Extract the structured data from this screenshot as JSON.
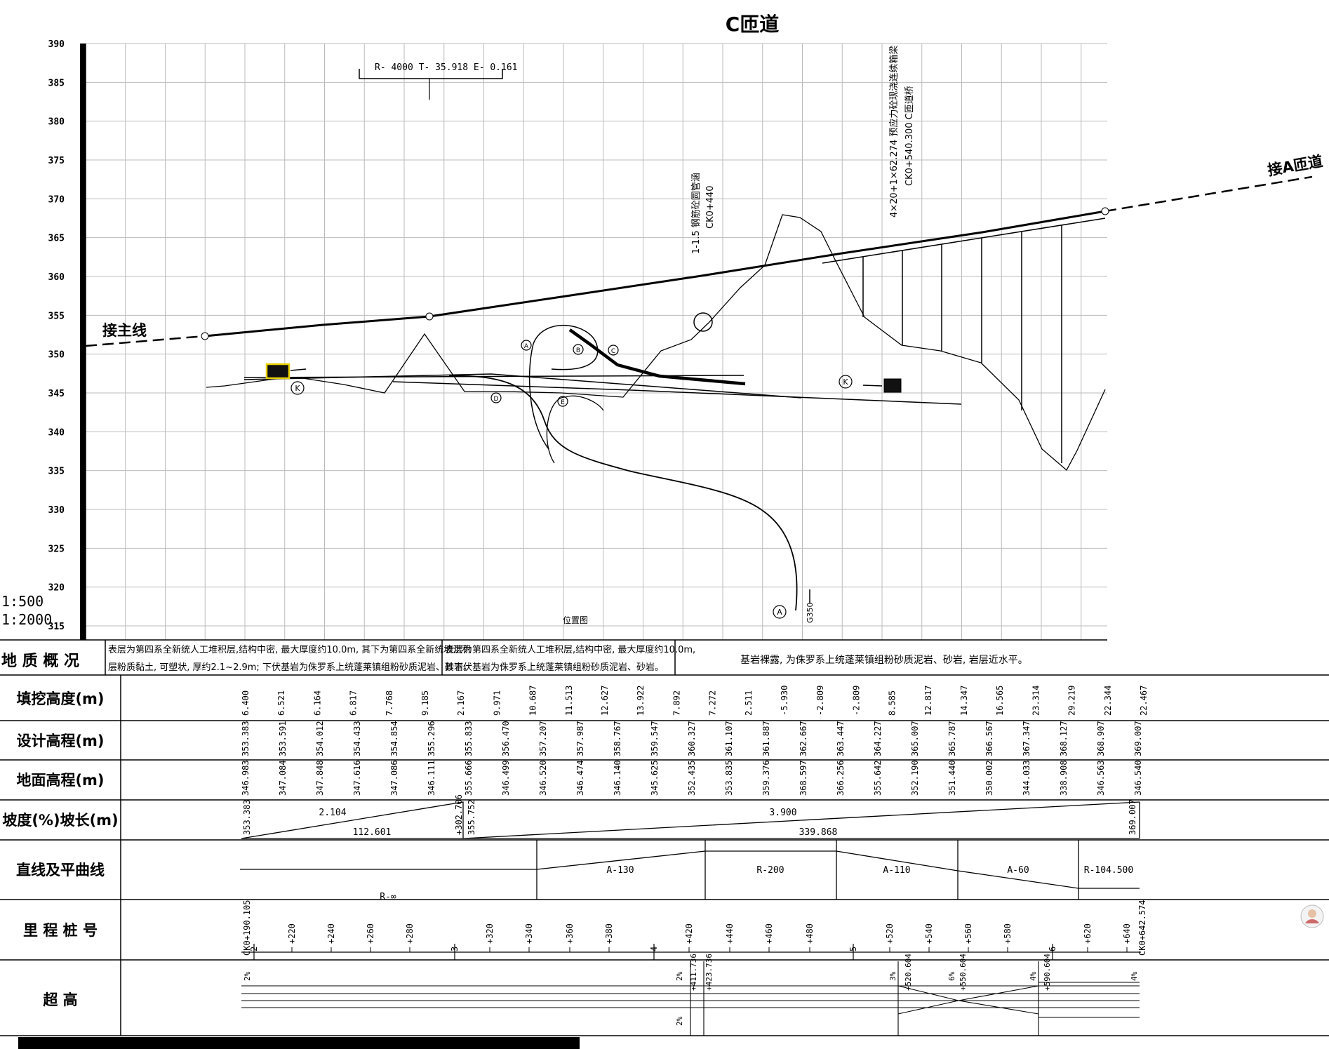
{
  "title": "C匝道",
  "scale": {
    "horizontal": "1:500",
    "vertical": "1:2000"
  },
  "y_axis": {
    "min": 315,
    "max": 390,
    "step": 5,
    "labels": [
      "390",
      "385",
      "380",
      "375",
      "370",
      "365",
      "360",
      "355",
      "350",
      "345",
      "340",
      "335",
      "330",
      "325",
      "320",
      "315"
    ]
  },
  "annotations": {
    "curve": "R- 4000  T- 35.918  E- 0.161",
    "connect_main": "接主线",
    "connect_a": "接A匝道",
    "culvert_1": "1-1.5 钢筋砼圆管涵",
    "culvert_2": "CK0+440",
    "bridge_1": "4×20+1×62.274 预应力砼现浇连续箱梁",
    "bridge_2": "CK0+540.300 C匝道桥",
    "location_map": "位置图",
    "g350": "G350",
    "markers": [
      "A",
      "B",
      "C",
      "D",
      "E",
      "K"
    ]
  },
  "geology": {
    "label": "地 质 概 况",
    "seg1": [
      "表层为第四系全新统人工堆积层,结构中密, 最大厚度约10.0m, 其下为第四系全新统坡洪积",
      "层粉质黏土, 可塑状, 厚约2.1~2.9m; 下伏基岩为侏罗系上统蓬莱镇组粉砂质泥岩、砂岩。"
    ],
    "seg2": [
      "表层为第四系全新统人工堆积层,结构中密, 最大厚度约10.0m,",
      "其下伏基岩为侏罗系上统蓬莱镇组粉砂质泥岩、砂岩。"
    ],
    "seg3": "基岩裸露, 为侏罗系上统蓬莱镇组粉砂质泥岩、砂岩, 岩层近水平。"
  },
  "rows": {
    "fill_cut": {
      "label": "填挖高度(m)",
      "values": [
        "6.400",
        "6.521",
        "6.164",
        "6.817",
        "7.768",
        "9.185",
        "2.167",
        "9.971",
        "10.687",
        "11.513",
        "12.627",
        "13.922",
        "7.892",
        "7.272",
        "2.511",
        "-5.930",
        "-2.809",
        "-2.809",
        "8.585",
        "12.817",
        "14.347",
        "16.565",
        "23.314",
        "29.219",
        "22.344",
        "22.467"
      ]
    },
    "design_elev": {
      "label": "设计高程(m)",
      "values": [
        "353.383",
        "353.591",
        "354.012",
        "354.433",
        "354.854",
        "355.296",
        "355.833",
        "356.470",
        "357.207",
        "357.987",
        "358.767",
        "359.547",
        "360.327",
        "361.107",
        "361.887",
        "362.667",
        "363.447",
        "364.227",
        "365.007",
        "365.787",
        "366.567",
        "367.347",
        "368.127",
        "368.907",
        "369.007"
      ]
    },
    "ground_elev": {
      "label": "地面高程(m)",
      "values": [
        "346.983",
        "347.084",
        "347.848",
        "347.616",
        "347.086",
        "346.111",
        "355.666",
        "346.499",
        "346.520",
        "346.474",
        "346.140",
        "345.625",
        "352.435",
        "353.835",
        "359.376",
        "368.597",
        "366.256",
        "355.642",
        "352.190",
        "351.440",
        "350.002",
        "344.033",
        "338.908",
        "346.563",
        "346.540"
      ]
    },
    "slope": {
      "label": "坡度(%)坡长(m)",
      "seg1_grade": "2.104",
      "seg1_length": "112.601",
      "seg2_grade": "3.900",
      "seg2_length": "339.868",
      "start_elev": "353.383",
      "pvi_station": "+302.706",
      "pvi_elev": "355.752",
      "end_elev": "369.007"
    },
    "alignment": {
      "label": "直线及平曲线",
      "elements": [
        "R-∞",
        "A-130",
        "R-200",
        "A-110",
        "A-60",
        "R-104.500"
      ]
    },
    "station": {
      "label": "里 程 桩 号",
      "start": "CK0+190.105",
      "end": "CK0+642.574",
      "ticks": [
        "+220",
        "+240",
        "+260",
        "+280",
        "+320",
        "+340",
        "+360",
        "+380",
        "+420",
        "+440",
        "+460",
        "+480",
        "+520",
        "+540",
        "+560",
        "+580",
        "+620",
        "+640"
      ],
      "km_marks": [
        "2",
        "3",
        "4",
        "5",
        "6"
      ]
    },
    "superelevation": {
      "label": "超    高",
      "values": [
        "2%",
        "2%",
        "2%",
        "+411.736",
        "+423.736",
        "3%",
        "+520.604",
        "6%",
        "+550.604",
        "4%",
        "+590.604",
        "4%"
      ]
    }
  }
}
